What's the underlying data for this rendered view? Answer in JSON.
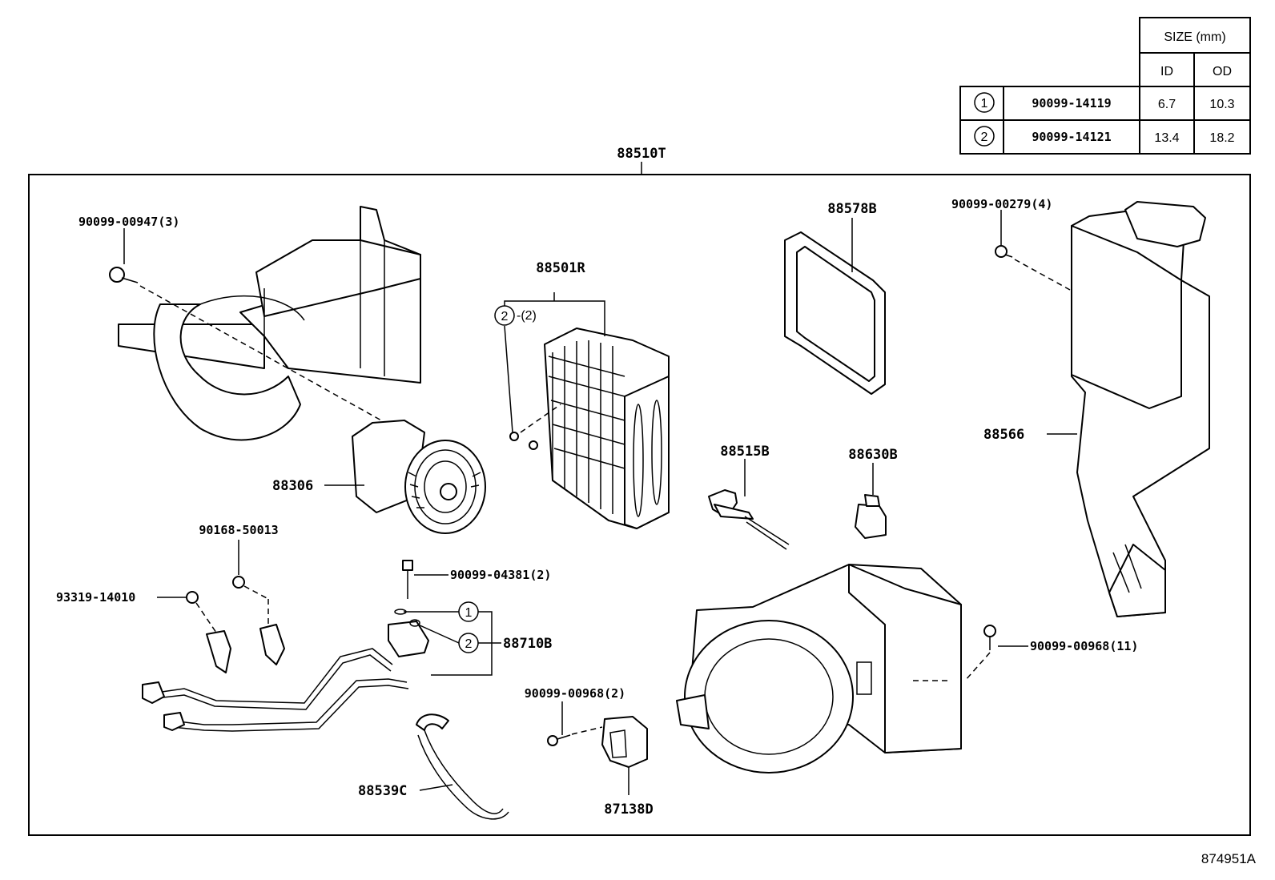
{
  "size_table": {
    "header": "SIZE (mm)",
    "col_id": "ID",
    "col_od": "OD",
    "rows": [
      {
        "mark": "1",
        "part": "90099-14119",
        "id": "6.7",
        "od": "10.3"
      },
      {
        "mark": "2",
        "part": "90099-14121",
        "id": "13.4",
        "od": "18.2"
      }
    ]
  },
  "labels": {
    "assembly": "88510T",
    "bolt_top_left": "90099-00947(3)",
    "evaporator": "88501R",
    "evap_oring_qty": "-(2)",
    "filter_frame": "88578B",
    "screw_top_right": "90099-00279(4)",
    "duct": "88566",
    "blower_motor": "88306",
    "expansion_valve": "88515B",
    "switch": "88630B",
    "clamp_screw": "90168-50013",
    "bolt_left": "93319-14010",
    "bolt_valve": "90099-04381(2)",
    "tube": "88710B",
    "screw_case": "90099-00968(11)",
    "screw_resistor": "90099-00968(2)",
    "hose": "88539C",
    "resistor": "87138D",
    "ref_number": "874951A"
  },
  "markers": {
    "one": "1",
    "two": "2"
  }
}
